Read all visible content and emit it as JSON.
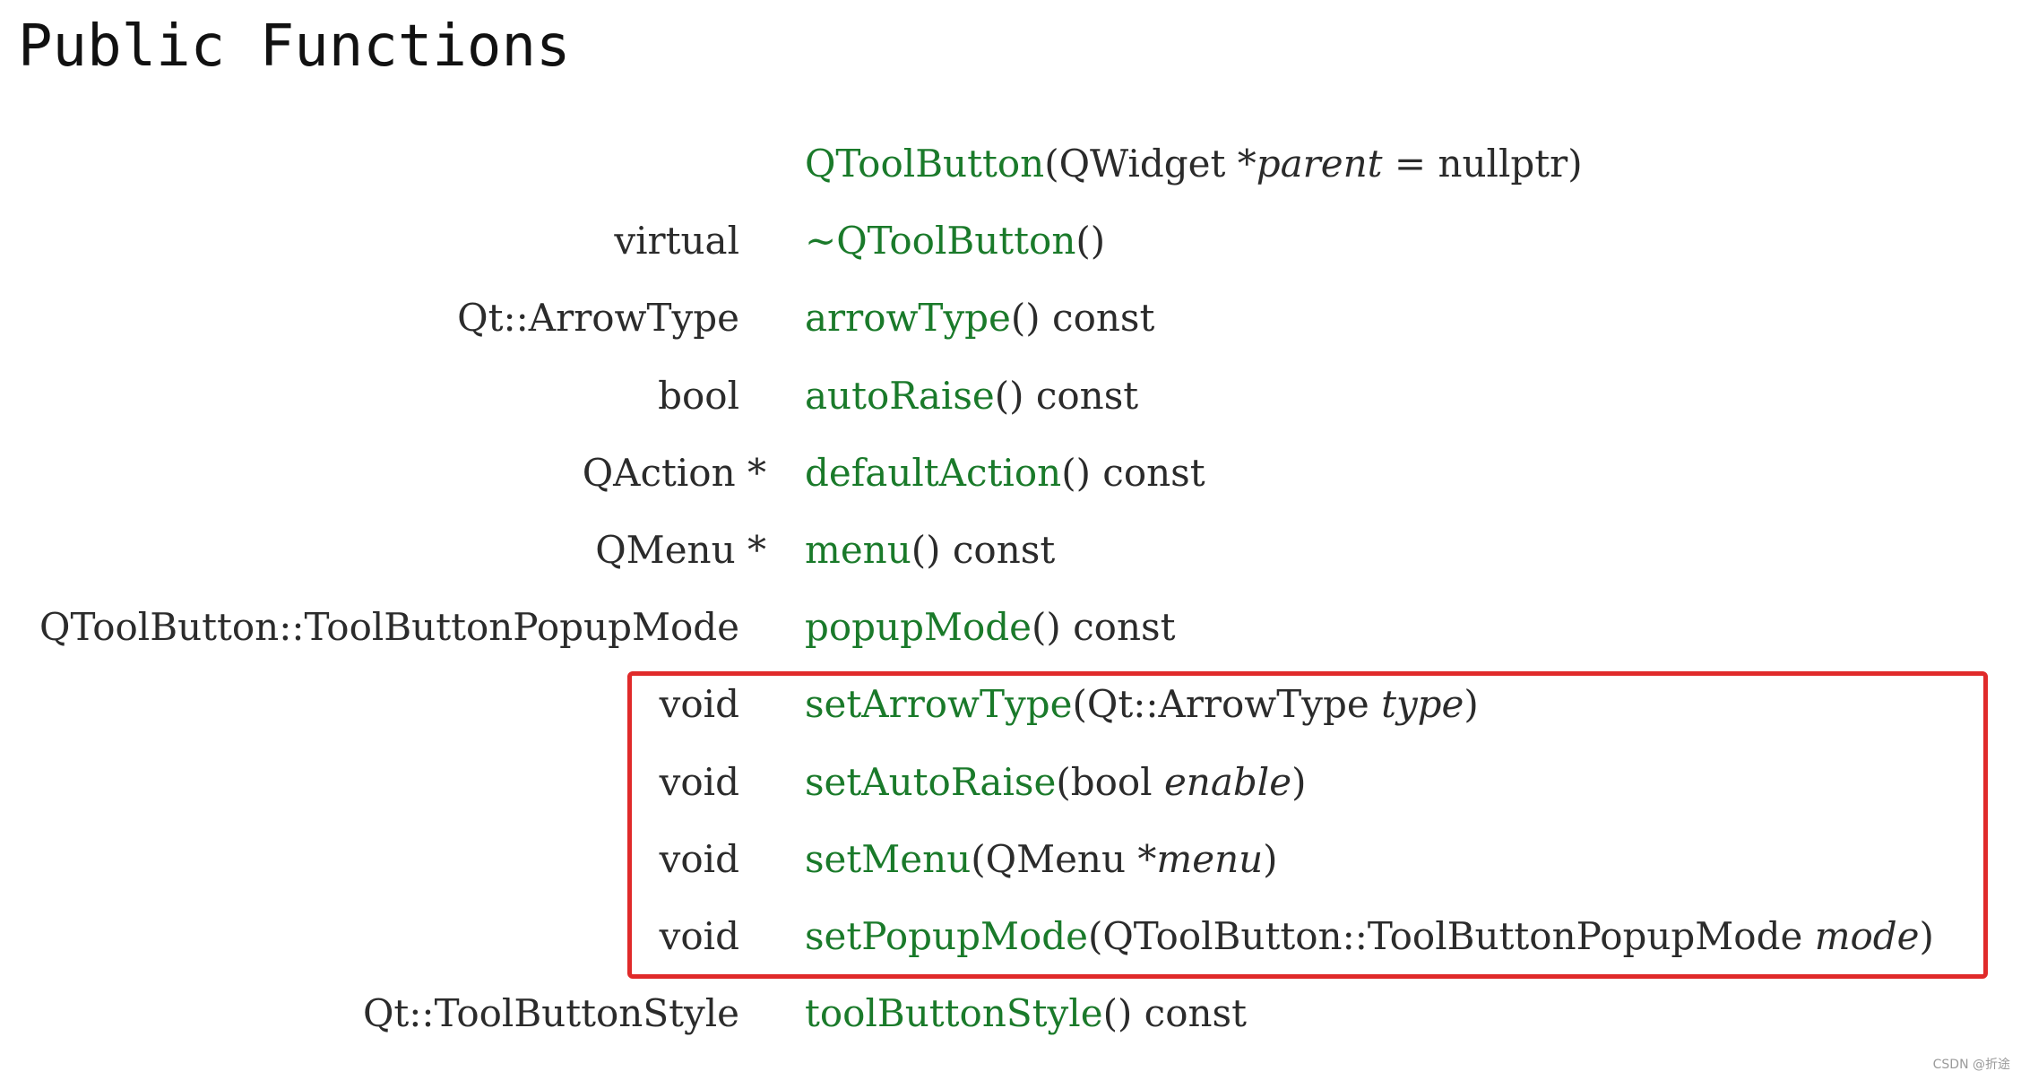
{
  "title": "Public Functions",
  "functions": [
    {
      "ret": "",
      "name": "QToolButton",
      "pre": "(QWidget *",
      "param": "parent",
      "post": " = nullptr)"
    },
    {
      "ret": "virtual",
      "name": "~QToolButton",
      "pre": "()",
      "param": "",
      "post": ""
    },
    {
      "ret": "Qt::ArrowType",
      "name": "arrowType",
      "pre": "() const",
      "param": "",
      "post": ""
    },
    {
      "ret": "bool",
      "name": "autoRaise",
      "pre": "() const",
      "param": "",
      "post": ""
    },
    {
      "ret": "QAction *",
      "name": "defaultAction",
      "pre": "() const",
      "param": "",
      "post": ""
    },
    {
      "ret": "QMenu *",
      "name": "menu",
      "pre": "() const",
      "param": "",
      "post": ""
    },
    {
      "ret": "QToolButton::ToolButtonPopupMode",
      "name": "popupMode",
      "pre": "() const",
      "param": "",
      "post": ""
    },
    {
      "ret": "void",
      "name": "setArrowType",
      "pre": "(Qt::ArrowType ",
      "param": "type",
      "post": ")"
    },
    {
      "ret": "void",
      "name": "setAutoRaise",
      "pre": "(bool ",
      "param": "enable",
      "post": ")"
    },
    {
      "ret": "void",
      "name": "setMenu",
      "pre": "(QMenu *",
      "param": "menu",
      "post": ")"
    },
    {
      "ret": "void",
      "name": "setPopupMode",
      "pre": "(QToolButton::ToolButtonPopupMode ",
      "param": "mode",
      "post": ")"
    },
    {
      "ret": "Qt::ToolButtonStyle",
      "name": "toolButtonStyle",
      "pre": "() const",
      "param": "",
      "post": ""
    }
  ],
  "watermark": "CSDN @折途",
  "colors": {
    "function_name": "#1a7a2a",
    "highlight_border": "#e02a2a",
    "text": "#2b2b2b"
  }
}
